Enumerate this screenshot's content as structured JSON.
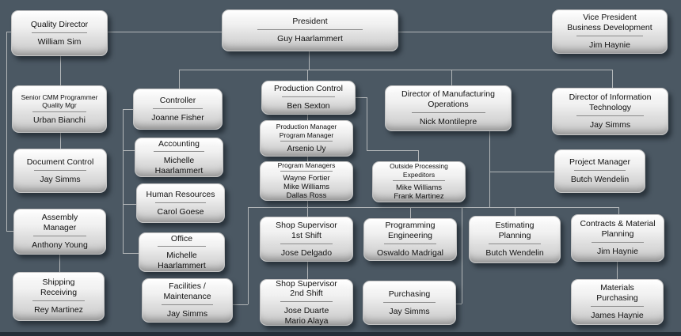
{
  "canvas": {
    "background_color": "#4B5863",
    "connector_color": "#b3b7b9",
    "box_gradient_top": "#fbfbfb",
    "box_gradient_bottom": "#cacaca",
    "bottom_strip_color": "#242E38"
  },
  "nodes": {
    "quality_director": {
      "title": "Quality Director",
      "name": "William Sim"
    },
    "president": {
      "title": "President",
      "name": "Guy Haarlammert"
    },
    "vp_business_dev": {
      "title": "Vice President\nBusiness Development",
      "name": "Jim Haynie"
    },
    "senior_cmm": {
      "title": "Senior CMM Programmer\nQuality Mgr",
      "name": "Urban Bianchi"
    },
    "document_control": {
      "title": "Document Control",
      "name": "Jay Simms"
    },
    "assembly_manager": {
      "title": "Assembly\nManager",
      "name": "Anthony Young"
    },
    "shipping_receiving": {
      "title": "Shipping\nReceiving",
      "name": "Rey Martinez"
    },
    "controller": {
      "title": "Controller",
      "name": "Joanne Fisher"
    },
    "accounting": {
      "title": "Accounting",
      "name": "Michelle\nHaarlammert"
    },
    "human_resources": {
      "title": "Human Resources",
      "name": "Carol Goese"
    },
    "office": {
      "title": "Office",
      "name": "Michelle\nHaarlammert"
    },
    "facilities": {
      "title": "Facilities /\nMaintenance",
      "name": "Jay Simms"
    },
    "production_control": {
      "title": "Production Control",
      "name": "Ben Sexton"
    },
    "production_manager": {
      "title": "Production Manager\nProgram Manager",
      "name": "Arsenio Uy"
    },
    "program_managers": {
      "title": "Program Managers",
      "name": "Wayne Fortier\nMike Williams\nDallas Ross"
    },
    "outside_processing": {
      "title": "Outside Processing\nExpeditors",
      "name": "Mike Williams\nFrank Martinez"
    },
    "dir_mfg_ops": {
      "title": "Director of Manufacturing\nOperations",
      "name": "Nick Montilepre"
    },
    "dir_info_tech": {
      "title": "Director of Information\nTechnology",
      "name": "Jay Simms"
    },
    "project_manager": {
      "title": "Project Manager",
      "name": "Butch Wendelin"
    },
    "shop_supervisor_1": {
      "title": "Shop Supervisor\n1st Shift",
      "name": "Jose Delgado"
    },
    "programming_eng": {
      "title": "Programming\nEngineering",
      "name": "Oswaldo Madrigal"
    },
    "estimating_planning": {
      "title": "Estimating\nPlanning",
      "name": "Butch Wendelin"
    },
    "contracts_material": {
      "title": "Contracts & Material\nPlanning",
      "name": "Jim Haynie"
    },
    "shop_supervisor_2": {
      "title": "Shop Supervisor\n2nd Shift",
      "name": "Jose Duarte\nMario Alaya"
    },
    "purchasing": {
      "title": "Purchasing",
      "name": "Jay Simms"
    },
    "materials_purchasing": {
      "title": "Materials\nPurchasing",
      "name": "James Haynie"
    }
  }
}
